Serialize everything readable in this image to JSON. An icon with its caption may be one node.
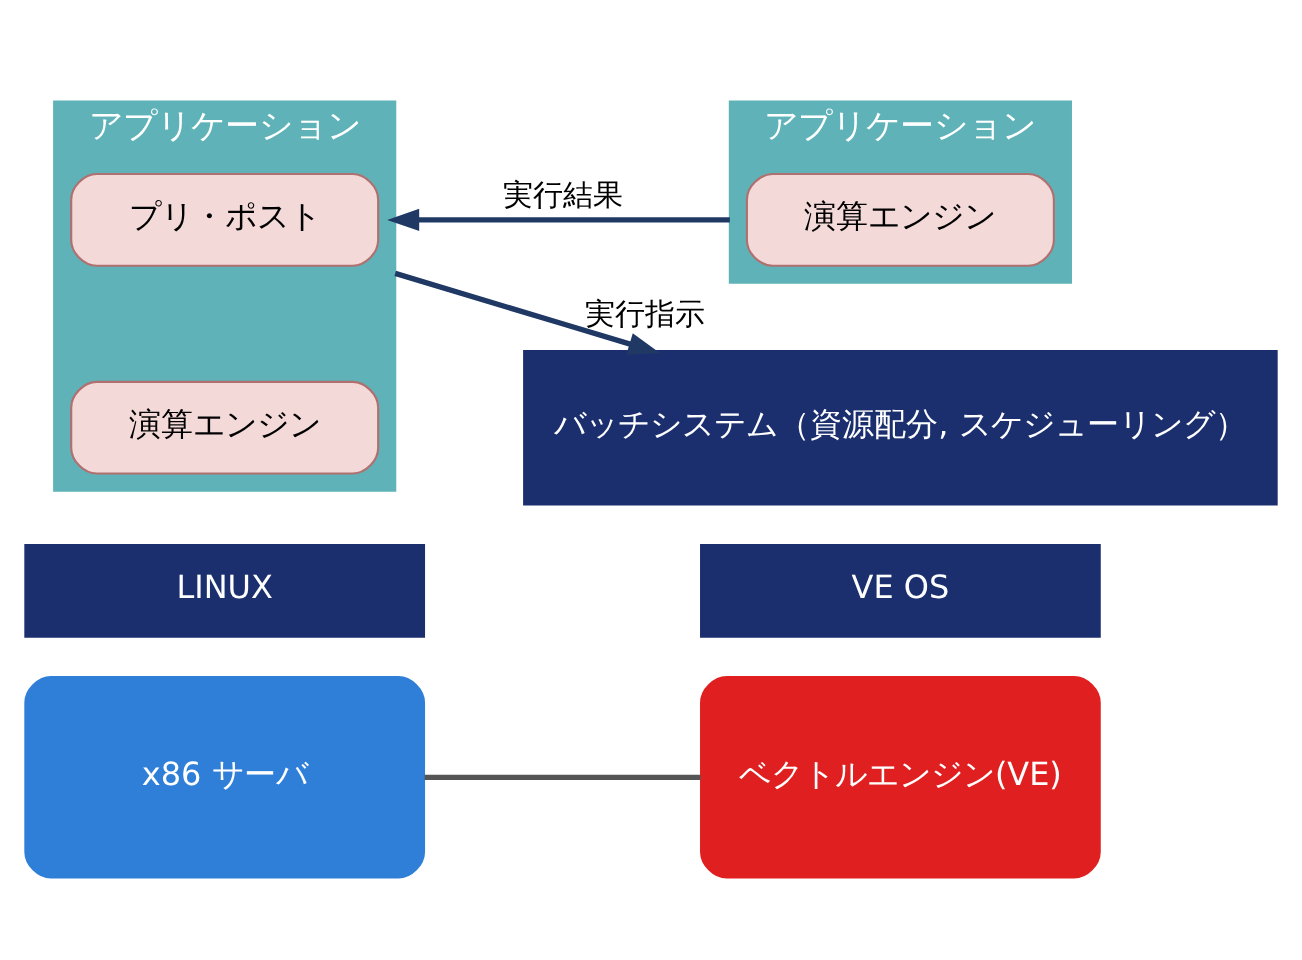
{
  "diagram": {
    "nodes": [
      {
        "text": [
          "アプリケーション"
        ]
      },
      {
        "text": [
          "プリ・ポスト"
        ],
        "in": 0
      },
      {
        "text": [
          "演算エンジン"
        ],
        "in": 0
      },
      {
        "text": [
          "LINUX"
        ]
      },
      {
        "text": [
          "x86 サーバ"
        ]
      },
      {
        "text": [
          "アプリケーション"
        ]
      },
      {
        "text": [
          "演算エンジン"
        ],
        "in": 5
      },
      {
        "text": [
          "バッチシステム（資源配分, スケジューリング）"
        ]
      },
      {
        "text": [
          "VE OS"
        ]
      },
      {
        "text": [
          "ベクトルエンジン(VE)"
        ]
      }
    ],
    "edges": [
      {
        "from": 5,
        "to": 0,
        "arrow": "to",
        "label": "実行結果"
      },
      {
        "from": 0,
        "to": 7,
        "arrow": "to",
        "label": "実行指示"
      },
      {
        "from": 4,
        "to": 9,
        "arrow": "none",
        "color": "#555555"
      }
    ]
  }
}
